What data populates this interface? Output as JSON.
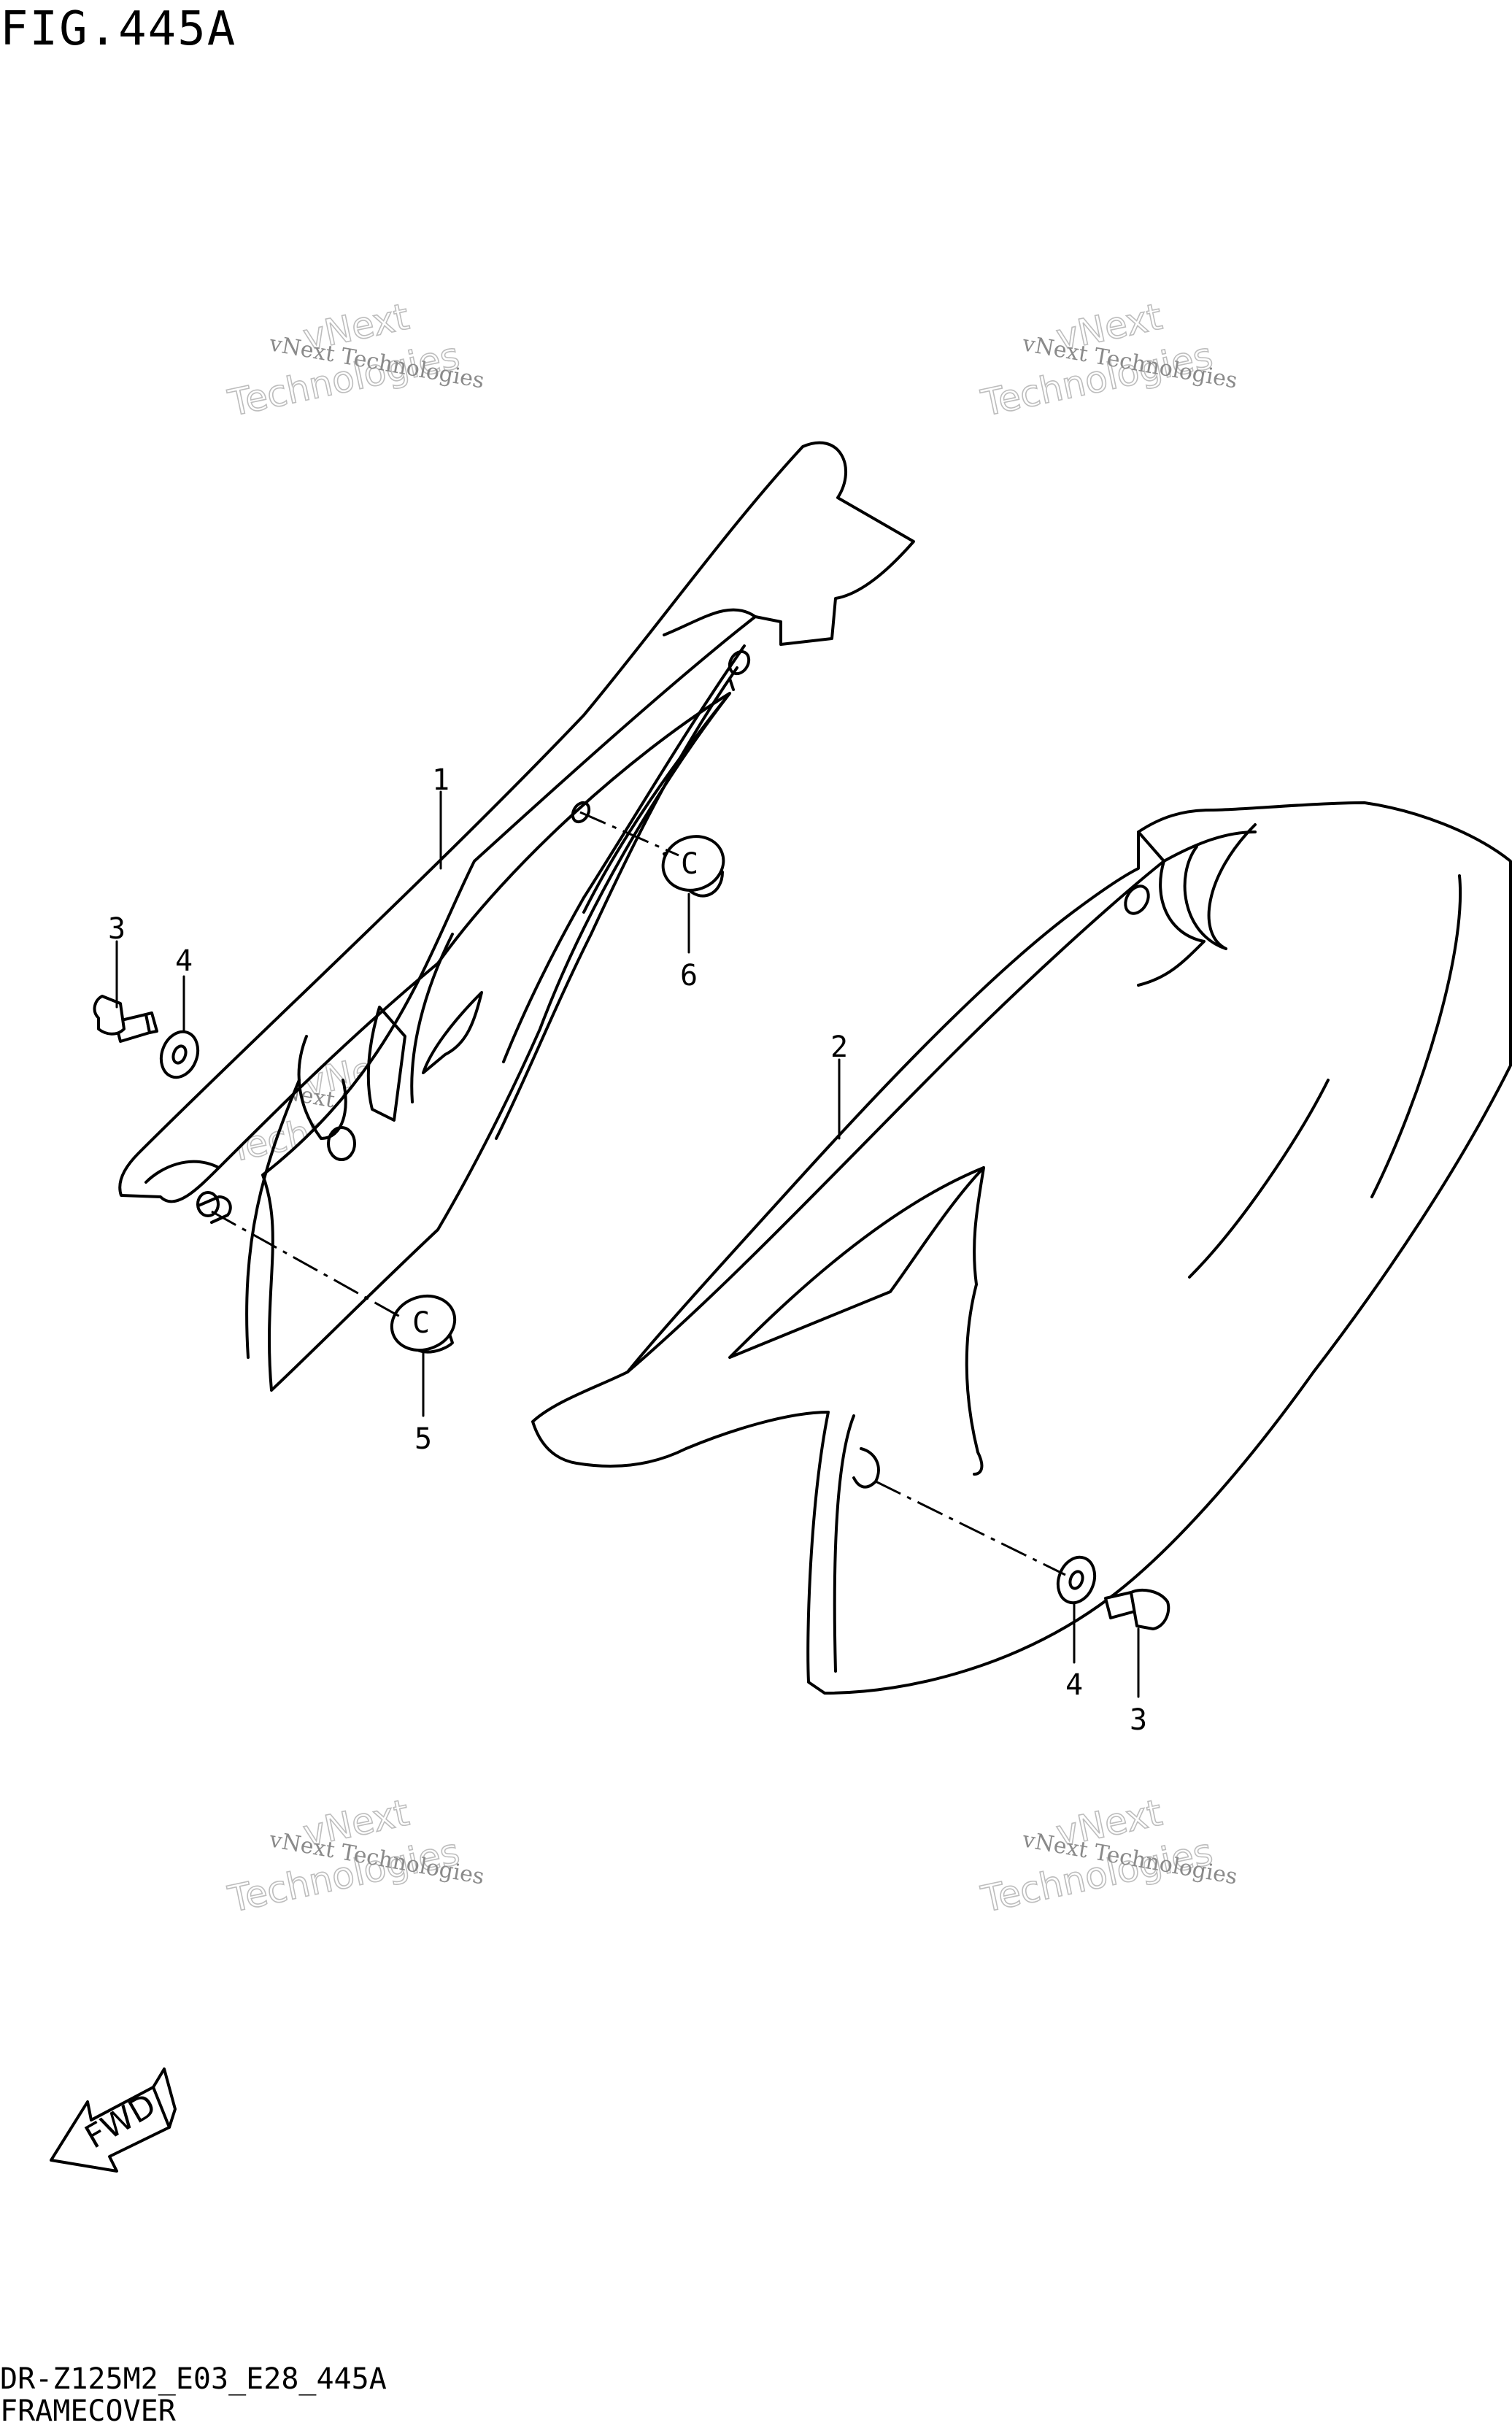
{
  "header": {
    "figure_title": "FIG.445A"
  },
  "footer": {
    "model_code": "DR-Z125M2_E03_E28_445A",
    "section_name": "FRAMECOVER"
  },
  "watermark": {
    "line1": "vNext Technologies",
    "line2": "vNext",
    "line3": "Technologies"
  },
  "callouts": {
    "part1": "1",
    "part2": "2",
    "part3_left": "3",
    "part4_left": "4",
    "part5": "5",
    "part6": "6",
    "part4_right": "4",
    "part3_right": "3"
  },
  "fwd_arrow": {
    "label": "FWD"
  },
  "grommet_mark": "C"
}
